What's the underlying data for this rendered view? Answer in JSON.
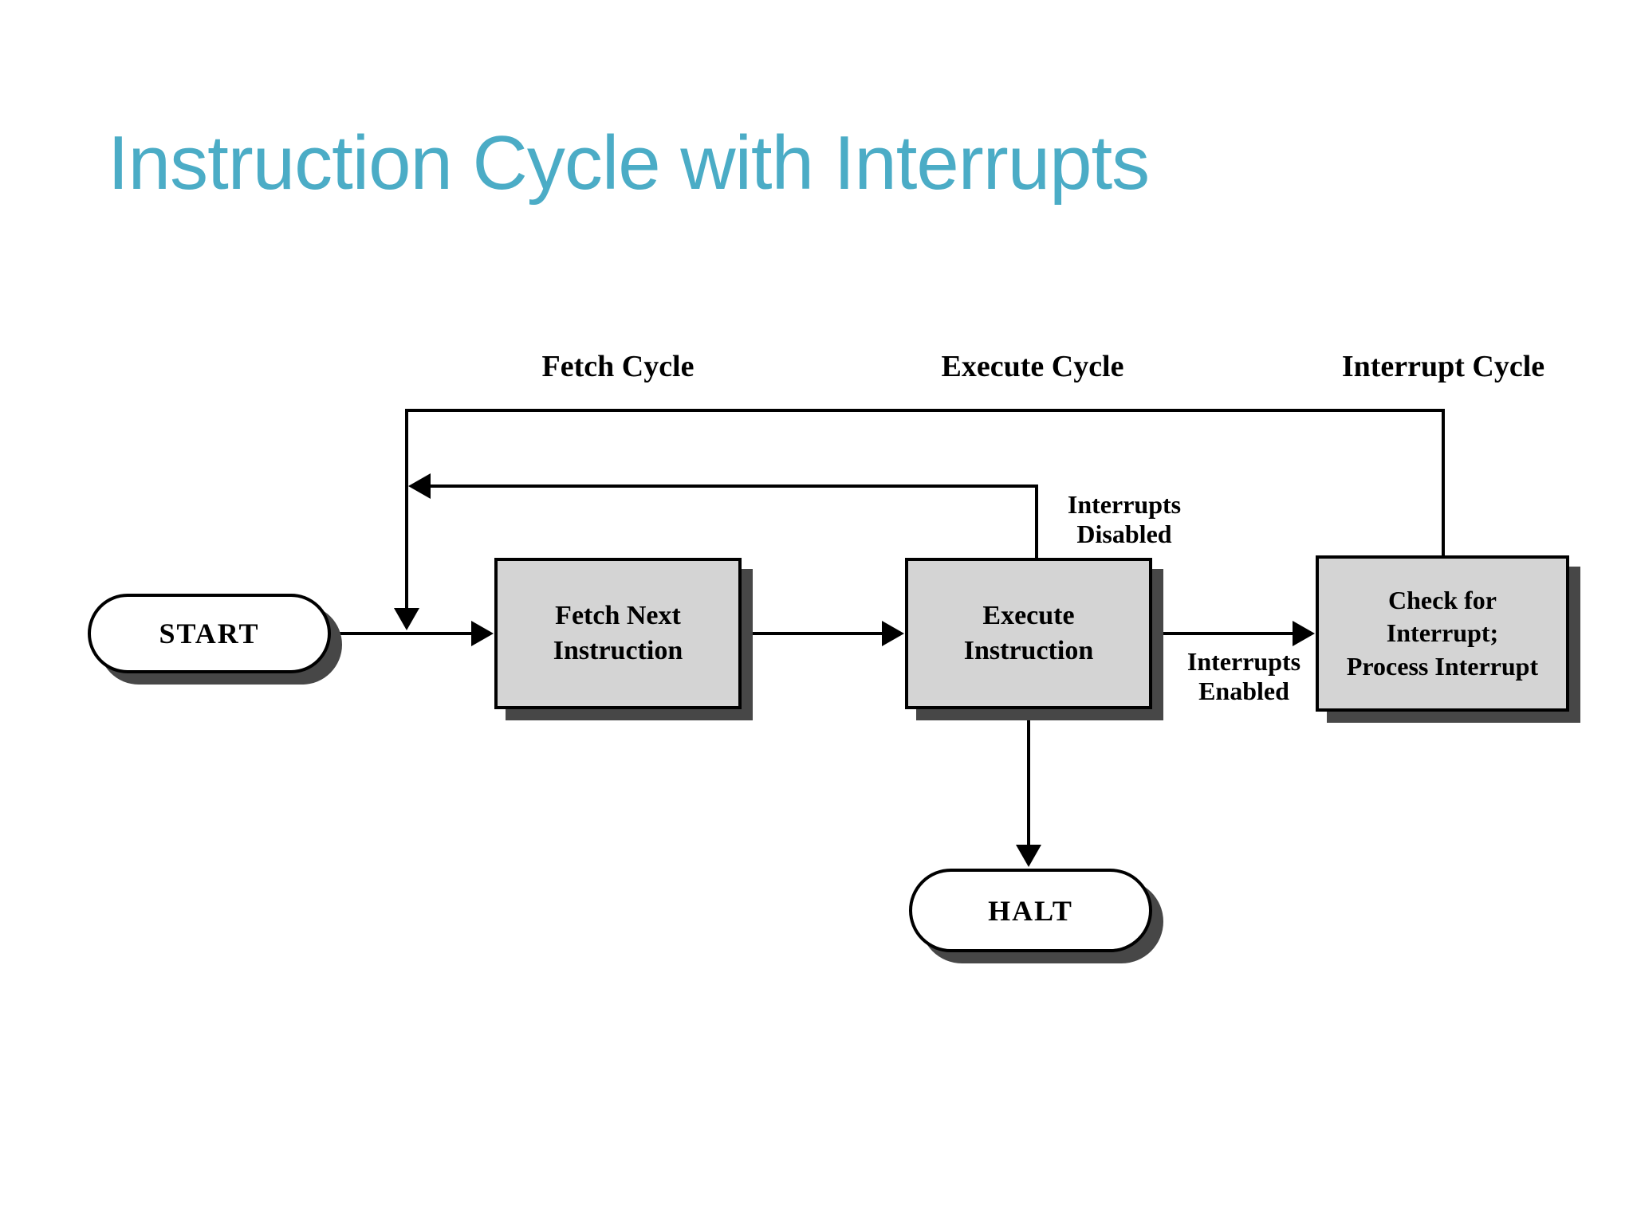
{
  "title": "Instruction Cycle with Interrupts",
  "colors": {
    "title": "#4BACC6",
    "box_fill": "#D4D4D4",
    "shadow": "#474747",
    "line": "#000000"
  },
  "cycle_labels": {
    "fetch": "Fetch Cycle",
    "execute": "Execute Cycle",
    "interrupt": "Interrupt Cycle"
  },
  "nodes": {
    "start": {
      "label": "START"
    },
    "fetch_next_instruction": {
      "label": "Fetch Next\nInstruction"
    },
    "execute_instruction": {
      "label": "Execute\nInstruction"
    },
    "check_for_interrupt": {
      "label": "Check for\nInterrupt;\nProcess Interrupt"
    },
    "halt": {
      "label": "HALT"
    }
  },
  "edge_labels": {
    "interrupts_disabled": "Interrupts\nDisabled",
    "interrupts_enabled": "Interrupts\nEnabled"
  }
}
